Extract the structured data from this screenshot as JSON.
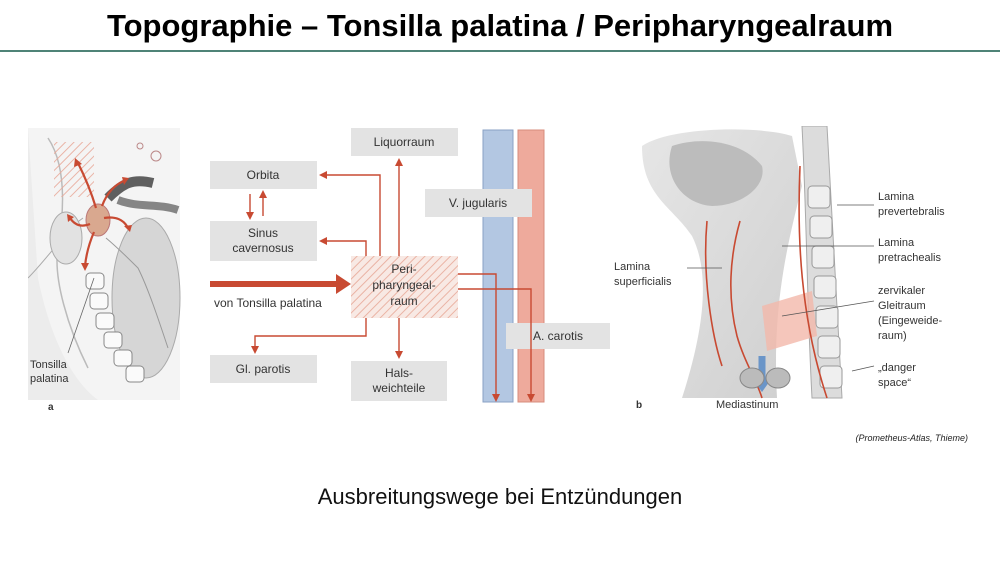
{
  "title": "Topographie – Tonsilla palatina / Peripharyngealraum",
  "panel_a": {
    "letter": "a",
    "label_line1": "Tonsilla",
    "label_line2": "palatina"
  },
  "flow": {
    "liquorraum": "Liquorraum",
    "orbita": "Orbita",
    "sinus_line1": "Sinus",
    "sinus_line2": "cavernosus",
    "v_jugularis": "V. jugularis",
    "peri_line1": "Peri-",
    "peri_line2": "pharyngeal-",
    "peri_line3": "raum",
    "von_tonsilla": "von Tonsilla palatina",
    "a_carotis": "A. carotis",
    "gl_parotis": "Gl. parotis",
    "hals_line1": "Hals-",
    "hals_line2": "weichteile"
  },
  "panel_b": {
    "letter": "b",
    "lamina_prevert_1": "Lamina",
    "lamina_prevert_2": "prevertebralis",
    "lamina_pretrach_1": "Lamina",
    "lamina_pretrach_2": "pretrachealis",
    "lamina_superf_1": "Lamina",
    "lamina_superf_2": "superficialis",
    "gleit_1": "zervikaler",
    "gleit_2": "Gleitraum",
    "gleit_3": "(Eingeweide-",
    "gleit_4": "raum)",
    "danger_1": "„danger",
    "danger_2": "space“",
    "mediastinum": "Mediastinum"
  },
  "credit": "(Prometheus-Atlas, Thieme)",
  "caption": "Ausbreitungswege bei Entzündungen",
  "colors": {
    "arrow_red": "#c84a32",
    "box_gray": "#e3e3e3",
    "vein_blue": "#b3c7e2",
    "artery_red": "#eeaa9c",
    "rule_green": "#4f8377"
  }
}
